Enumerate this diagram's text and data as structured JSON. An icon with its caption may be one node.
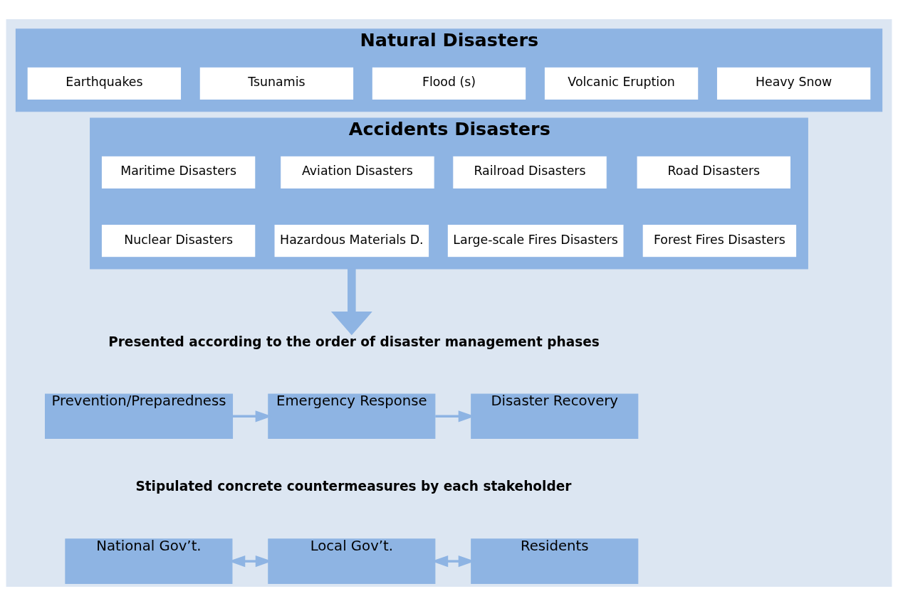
{
  "diagram": {
    "nodes": [
      {
        "text": [
          "Natural Disasters"
        ]
      },
      {
        "text": [
          "Earthquakes"
        ],
        "in": 0
      },
      {
        "text": [
          "Tsunamis"
        ],
        "in": 0
      },
      {
        "text": [
          "Flood (s)"
        ],
        "in": 0
      },
      {
        "text": [
          "Volcanic Eruption"
        ],
        "in": 0
      },
      {
        "text": [
          "Heavy Snow"
        ],
        "in": 0
      },
      {
        "text": [
          "Accidents Disasters"
        ]
      },
      {
        "text": [
          "Maritime Disasters"
        ],
        "in": 6
      },
      {
        "text": [
          "Aviation Disasters"
        ],
        "in": 6
      },
      {
        "text": [
          "Railroad Disasters"
        ],
        "in": 6
      },
      {
        "text": [
          "Road Disasters"
        ],
        "in": 6
      },
      {
        "text": [
          "Nuclear Disasters"
        ],
        "in": 6
      },
      {
        "text": [
          "Hazardous Materials D."
        ],
        "in": 6
      },
      {
        "text": [
          "Large-scale Fires Disasters"
        ],
        "in": 6
      },
      {
        "text": [
          "Forest Fires Disasters"
        ],
        "in": 6
      },
      {
        "text": [
          "Presented according to the order of disaster management phases"
        ]
      },
      {
        "text": [
          "Prevention/Preparedness"
        ]
      },
      {
        "text": [
          "Emergency Response"
        ]
      },
      {
        "text": [
          "Disaster Recovery"
        ]
      },
      {
        "text": [
          "National Gov’t."
        ]
      },
      {
        "text": [
          "Local Gov’t."
        ]
      },
      {
        "text": [
          "Residents"
        ]
      }
    ],
    "edges": [
      {
        "from": 6,
        "to": 15,
        "arrow": "to",
        "style": "thick"
      },
      {
        "from": 16,
        "to": 17,
        "arrow": "to"
      },
      {
        "from": 17,
        "to": 18,
        "arrow": "to"
      },
      {
        "from": 19,
        "to": 20,
        "arrow": "both"
      },
      {
        "from": 20,
        "to": 21,
        "arrow": "both"
      }
    ],
    "labels": [
      "Stipulated concrete countermeasures by each stakeholder"
    ]
  }
}
